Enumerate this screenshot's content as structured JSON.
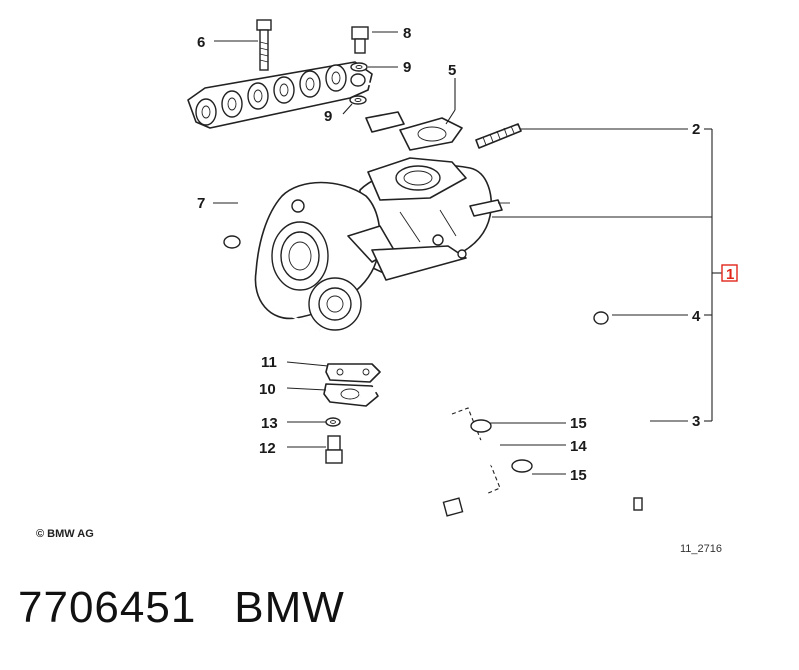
{
  "diagram": {
    "callouts": {
      "c1": "1",
      "c2": "2",
      "c3": "3",
      "c4": "4",
      "c5": "5",
      "c6": "6",
      "c7": "7",
      "c8": "8",
      "c9a": "9",
      "c9b": "9",
      "c10": "10",
      "c11": "11",
      "c12": "12",
      "c13": "13",
      "c14": "14",
      "c15a": "15",
      "c15b": "15"
    },
    "copyright": "© BMW AG",
    "figure_code": "11_2716",
    "highlight_color": "#e0261b"
  },
  "footer": {
    "part_number": "7706451",
    "brand": "BMW"
  }
}
